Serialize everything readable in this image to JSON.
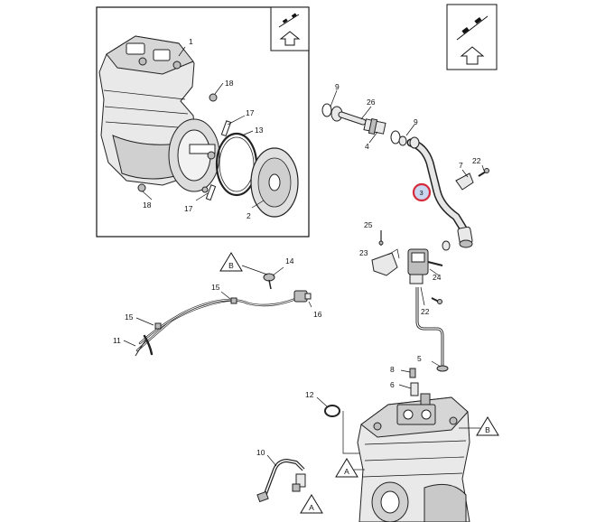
{
  "diagram": {
    "callouts": {
      "c1": "1",
      "c18a": "18",
      "c17a": "17",
      "c13": "13",
      "c18b": "18",
      "c17b": "17",
      "c2": "2",
      "c9a": "9",
      "c26": "26",
      "c4": "4",
      "c9b": "9",
      "c3": "3",
      "c7": "7",
      "c22a": "22",
      "c25": "25",
      "c23": "23",
      "c24": "24",
      "c22b": "22",
      "c14": "14",
      "c15a": "15",
      "c15b": "15",
      "c16": "16",
      "c11": "11",
      "c5": "5",
      "c8": "8",
      "c6": "6",
      "c12": "12",
      "c10": "10"
    },
    "ref_markers": {
      "left_b": "B",
      "right_b": "B",
      "front_a": "A",
      "front_a2": "A"
    },
    "highlight_color": "#d62a3a",
    "orientation_icon": "front-direction-arrow-icon"
  }
}
